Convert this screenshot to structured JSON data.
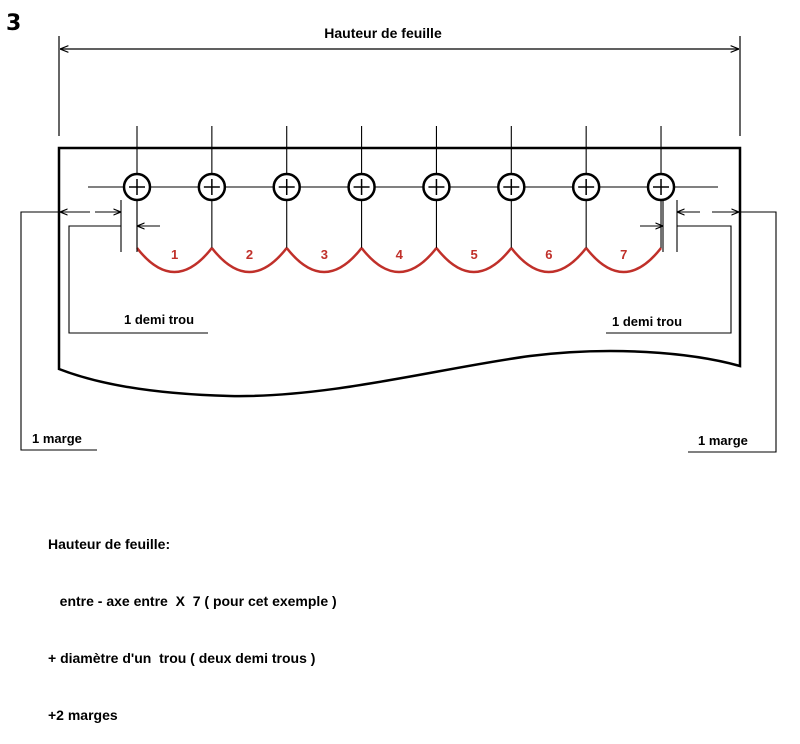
{
  "figure_number": "3",
  "top_dimension_label": "Hauteur de feuille",
  "half_hole_left_label": "1 demi trou",
  "half_hole_right_label": "1 demi trou",
  "margin_left_label": "1 marge",
  "margin_right_label": "1 marge",
  "scallop_numbers": [
    "1",
    "2",
    "3",
    "4",
    "5",
    "6",
    "7"
  ],
  "hole_count": 8,
  "colors": {
    "line": "#000000",
    "scallop": "#c0302a"
  },
  "notes": [
    "Hauteur de feuille:",
    "   entre - axe entre  X  7 ( pour cet exemple )",
    "+ diamètre d'un  trou ( deux demi trous )",
    "+2 marges"
  ]
}
